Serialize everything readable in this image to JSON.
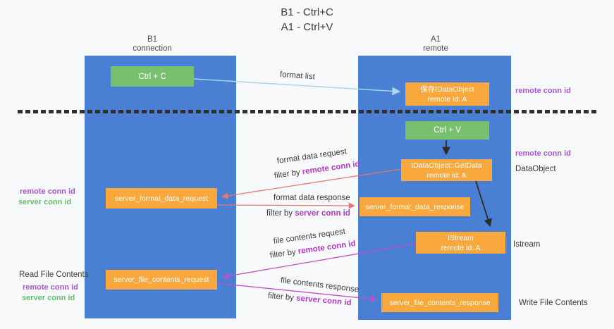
{
  "title": {
    "line1": "B1 - Ctrl+C",
    "line2": "A1 - Ctrl+V"
  },
  "lanes": {
    "left": {
      "name": "B1",
      "role": "connection"
    },
    "right": {
      "name": "A1",
      "role": "remote"
    }
  },
  "nodes": {
    "ctrl_c": {
      "label": "Ctrl + C"
    },
    "save_idataobject": {
      "line1": "保存IDataObject",
      "line2": "remote id: A"
    },
    "ctrl_v": {
      "label": "Ctrl + V"
    },
    "getdata": {
      "line1": "IDataObject::GetData",
      "line2": "remote id: A"
    },
    "format_request": {
      "label": "server_format_data_request"
    },
    "format_response": {
      "label": "server_format_data_response"
    },
    "istream": {
      "line1": "IStream",
      "line2": "remote id: A"
    },
    "file_request": {
      "label": "server_file_contents_request"
    },
    "file_response": {
      "label": "server_file_contents_response"
    }
  },
  "edge_labels": {
    "format_list": "format list",
    "format_data_request": "format data request",
    "format_data_request_filter": {
      "prefix": "filter by ",
      "highlight": "remote conn id"
    },
    "format_data_response": "format data response",
    "format_data_response_filter": {
      "prefix": "filter by ",
      "highlight": "server conn id"
    },
    "file_contents_request": "file contents request",
    "file_contents_request_filter": {
      "prefix": "filter by ",
      "highlight": "remote conn id"
    },
    "file_contents_response": "file contents response",
    "file_contents_response_filter": {
      "prefix": "filter by ",
      "highlight": "server conn id"
    }
  },
  "side_labels": {
    "right_remote_conn_id_1": "remote conn id",
    "right_remote_conn_id_2": "remote conn id",
    "data_object": "DataObject",
    "istream": "Istream",
    "write_file_contents": "Write File Contents",
    "left_remote_conn_id_1": "remote conn id",
    "left_server_conn_id_1": "server conn id",
    "read_file_contents": "Read File Contents",
    "left_remote_conn_id_2": "remote conn id",
    "left_server_conn_id_2": "server conn id"
  },
  "colors": {
    "lane_blue": "#4a80d4",
    "box_orange": "#f8a83c",
    "box_green": "#76c06f",
    "arrow_blue": "#aad4f0",
    "arrow_black": "#2b2b2b",
    "arrow_red": "#e8756d",
    "arrow_magenta": "#c44fc4",
    "label_purple": "#a855d6",
    "label_green": "#65c06c",
    "filter_highlight": "#b637c9",
    "dashed_divider": "#2f2f2f"
  }
}
